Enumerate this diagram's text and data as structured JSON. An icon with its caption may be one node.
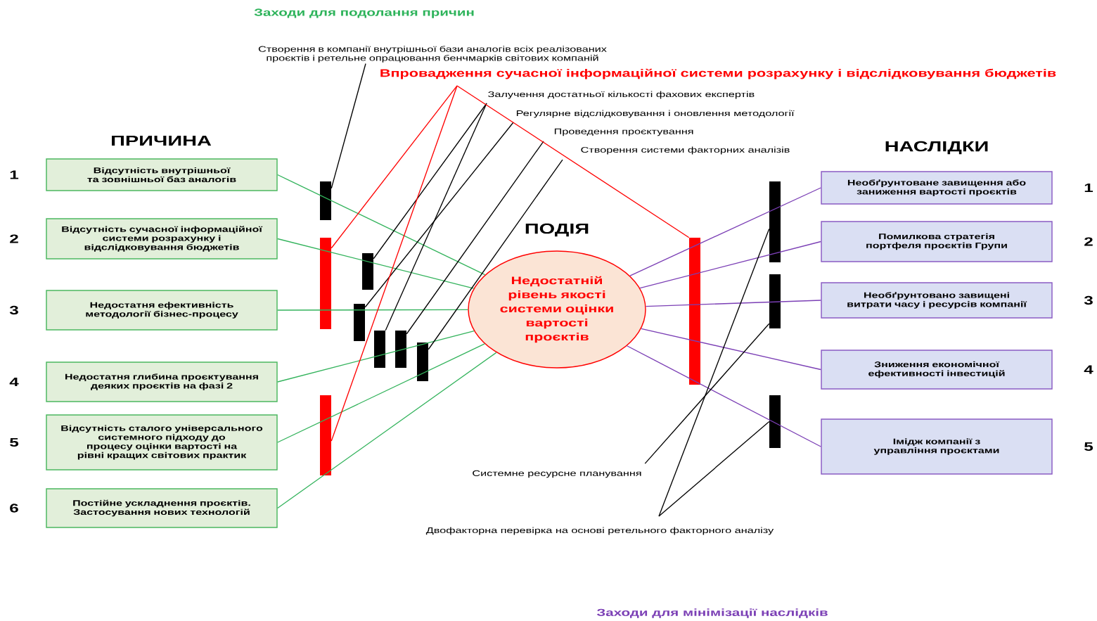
{
  "diagram": {
    "nodes": [
      {
        "text": [
          "Відсутність внутрішньої та зовнішньої баз аналогів"
        ],
        "beside": [
          "1"
        ]
      },
      {
        "text": [
          "Відсутність сучасної інформаційної системи розрахунку і відслідковування бюджетів"
        ],
        "beside": [
          "2"
        ]
      },
      {
        "text": [
          "Недостатня ефективність методології бізнес-процесу"
        ],
        "beside": [
          "3"
        ]
      },
      {
        "text": [
          "Недостатня глибина проєктування деяких проєктів на фазі 2"
        ],
        "beside": [
          "4"
        ]
      },
      {
        "text": [
          "Відсутність сталого універсального системного підходу до процесу оцінки вартості на рівні кращих світових практик"
        ],
        "beside": [
          "5"
        ]
      },
      {
        "text": [
          "Постійне ускладнення проєктів. Застосування нових технологій"
        ],
        "beside": [
          "6"
        ]
      },
      {
        "text": [
          "Недостатній рівень якості системи оцінки вартості проєктів"
        ]
      },
      {
        "text": [
          "Необґрунтоване завищення або заниження вартості проєктів"
        ],
        "beside": [
          "1"
        ]
      },
      {
        "text": [
          "Помилкова стратегія портфеля проєктів Групи"
        ],
        "beside": [
          "2"
        ]
      },
      {
        "text": [
          "Необґрунтовано завищені витрати часу і ресурсів компанії"
        ],
        "beside": [
          "3"
        ]
      },
      {
        "text": [
          "Зниження економічної ефективності інвестицій"
        ],
        "beside": [
          "4"
        ]
      },
      {
        "text": [
          "Імідж компанії з управління проєктами"
        ],
        "beside": [
          "5"
        ]
      },
      {
        "text": [],
        "shape": "bar"
      },
      {
        "text": [],
        "shape": "bar"
      },
      {
        "text": [],
        "shape": "bar"
      },
      {
        "text": [],
        "shape": "bar"
      },
      {
        "text": [],
        "shape": "bar"
      },
      {
        "text": [],
        "shape": "bar"
      },
      {
        "text": [],
        "shape": "bar"
      },
      {
        "text": [],
        "shape": "bar"
      },
      {
        "text": [],
        "shape": "bar"
      },
      {
        "text": [],
        "shape": "bar"
      },
      {
        "text": [],
        "shape": "bar"
      },
      {
        "text": [],
        "shape": "bar"
      },
      {
        "text": [
          "Створення в компанії внутрішньої бази аналогів всіх реалізованих проєктів і ретельне опрацювання бенчмарків світових компаній"
        ]
      },
      {
        "text": [
          "Впровадження сучасної інформаційної системи розрахунку і відслідковування бюджетів"
        ]
      },
      {
        "text": [
          "Залучення достатньої кількості фахових експертів"
        ]
      },
      {
        "text": [
          "Регулярне відслідковування і оновлення методології"
        ]
      },
      {
        "text": [
          "Проведення проєктування"
        ]
      },
      {
        "text": [
          "Створення системи факторних аналізів"
        ]
      },
      {
        "text": [
          "Системне ресурсне планування"
        ]
      },
      {
        "text": [
          "Двофакторна перевірка на основі ретельного факторного аналізу"
        ]
      }
    ],
    "edges": [
      {
        "from": 0,
        "to": 6,
        "arrow": "none",
        "color": "#33b35c"
      },
      {
        "from": 1,
        "to": 6,
        "arrow": "none",
        "color": "#33b35c"
      },
      {
        "from": 2,
        "to": 6,
        "arrow": "none",
        "color": "#33b35c"
      },
      {
        "from": 3,
        "to": 6,
        "arrow": "none",
        "color": "#33b35c"
      },
      {
        "from": 4,
        "to": 6,
        "arrow": "none",
        "color": "#33b35c"
      },
      {
        "from": 5,
        "to": 6,
        "arrow": "none",
        "color": "#33b35c"
      },
      {
        "from": 6,
        "to": 7,
        "arrow": "none",
        "color": "#7b3fb5"
      },
      {
        "from": 6,
        "to": 8,
        "arrow": "none",
        "color": "#7b3fb5"
      },
      {
        "from": 6,
        "to": 9,
        "arrow": "none",
        "color": "#7b3fb5"
      },
      {
        "from": 6,
        "to": 10,
        "arrow": "none",
        "color": "#7b3fb5"
      },
      {
        "from": 6,
        "to": 11,
        "arrow": "none",
        "color": "#7b3fb5"
      },
      {
        "from": 24,
        "to": 12,
        "arrow": "none"
      },
      {
        "from": 26,
        "to": 16,
        "arrow": "none"
      },
      {
        "from": 26,
        "to": 17,
        "arrow": "none"
      },
      {
        "from": 27,
        "to": 15,
        "arrow": "none"
      },
      {
        "from": 28,
        "to": 18,
        "arrow": "none"
      },
      {
        "from": 29,
        "to": 19,
        "arrow": "none"
      },
      {
        "from": 30,
        "to": 22,
        "arrow": "none"
      },
      {
        "from": 31,
        "to": 21,
        "arrow": "none"
      },
      {
        "from": 31,
        "to": 23,
        "arrow": "none"
      },
      {
        "from": 25,
        "to": 13,
        "arrow": "none",
        "color": "#ff0000"
      },
      {
        "from": 25,
        "to": 14,
        "arrow": "none",
        "color": "#ff0000"
      },
      {
        "from": 25,
        "to": 20,
        "arrow": "none",
        "color": "#ff0000"
      }
    ],
    "labels": [
      "Заходи для подолання причин",
      "ПРИЧИНА",
      "ПОДІЯ",
      "НАСЛІДКИ",
      "Заходи для мінімізації наслідків"
    ]
  }
}
